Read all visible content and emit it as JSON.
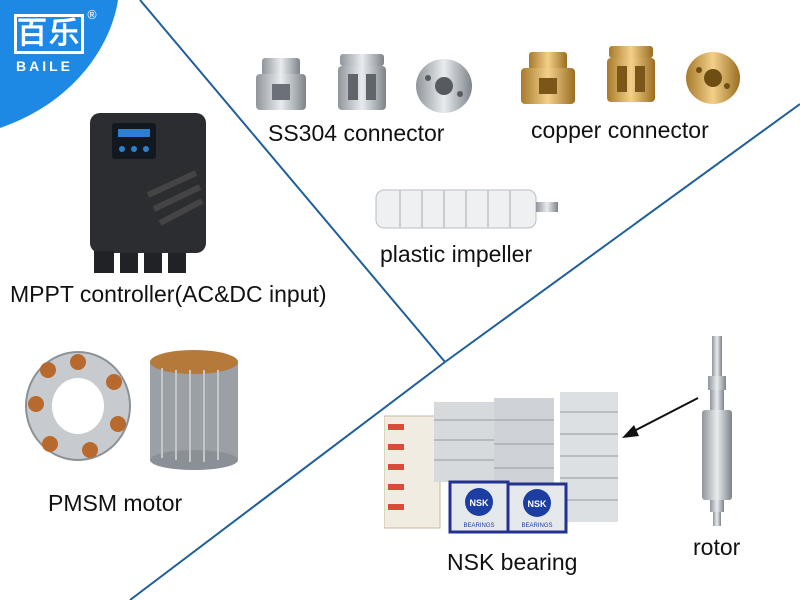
{
  "logo": {
    "chinese": "百乐",
    "english": "BAILE",
    "registered": "®",
    "color": "#1e88e5"
  },
  "labels": {
    "ss304": "SS304 connector",
    "copper": "copper connector",
    "impeller": "plastic impeller",
    "controller": "MPPT controller(AC&DC input)",
    "motor": "PMSM motor",
    "bearing": "NSK  bearing",
    "rotor": "rotor"
  },
  "bearing_box_text": "NSK",
  "bearing_box_subtext": "BEARINGS",
  "divider_color": "#1f5f9a"
}
